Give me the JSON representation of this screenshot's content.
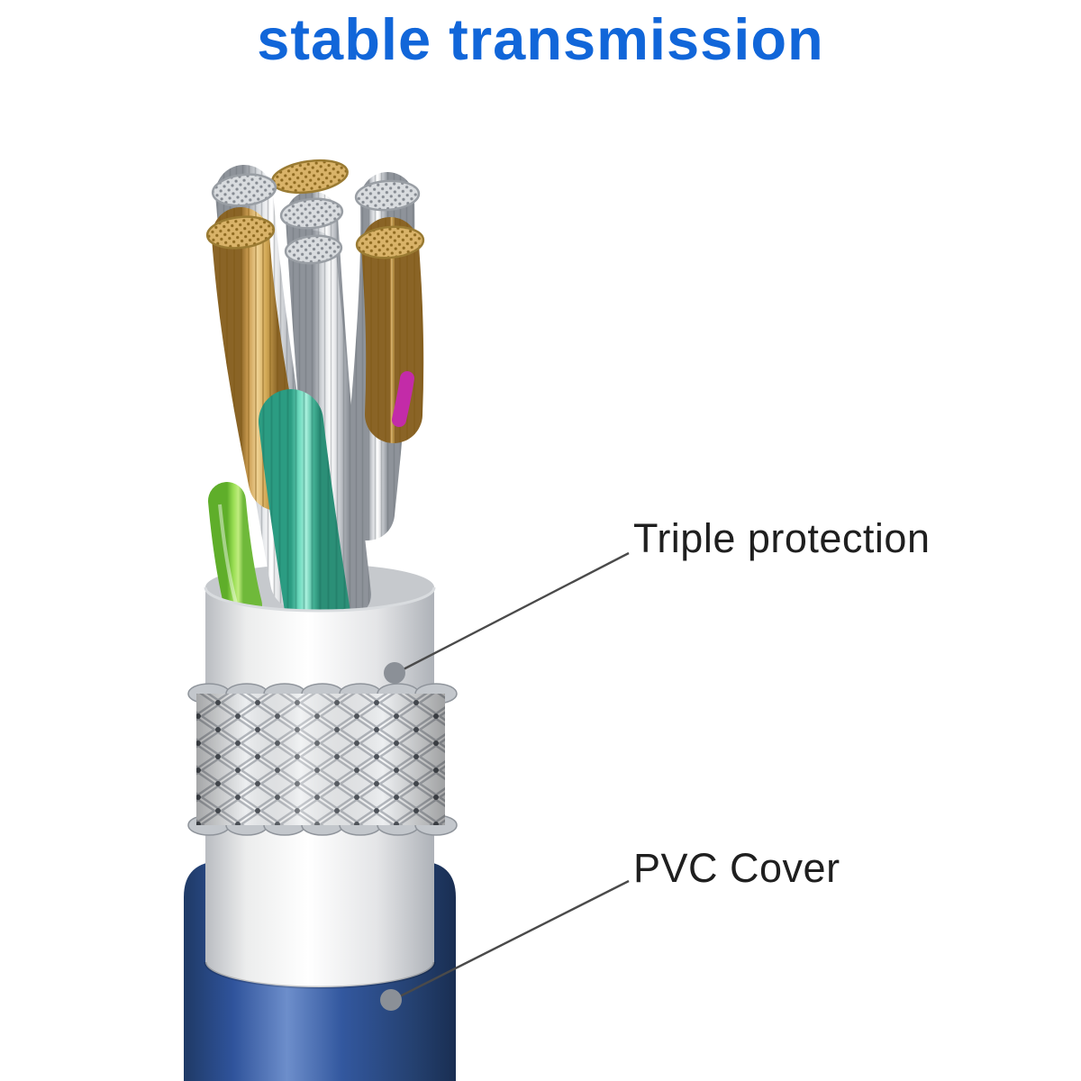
{
  "title": {
    "text": "stable transmission",
    "color": "#1166d9"
  },
  "annotations": {
    "triple_protection": {
      "label": "Triple protection"
    },
    "pvc_cover": {
      "label": "PVC Cover"
    }
  },
  "illustration": {
    "colors": {
      "jacket_blue": "#2e4f96",
      "sheath_white": "#f4f5f6",
      "braid_silver": "#c7cbd0",
      "wire_gold": "#d2a855",
      "wire_silver": "#d8dadd",
      "wire_teal": "#58cfae",
      "wire_green": "#8bd24a",
      "wire_magenta": "#c32ba8",
      "dot_grey": "#8b9097",
      "leader_line": "#4a4a4a"
    }
  }
}
